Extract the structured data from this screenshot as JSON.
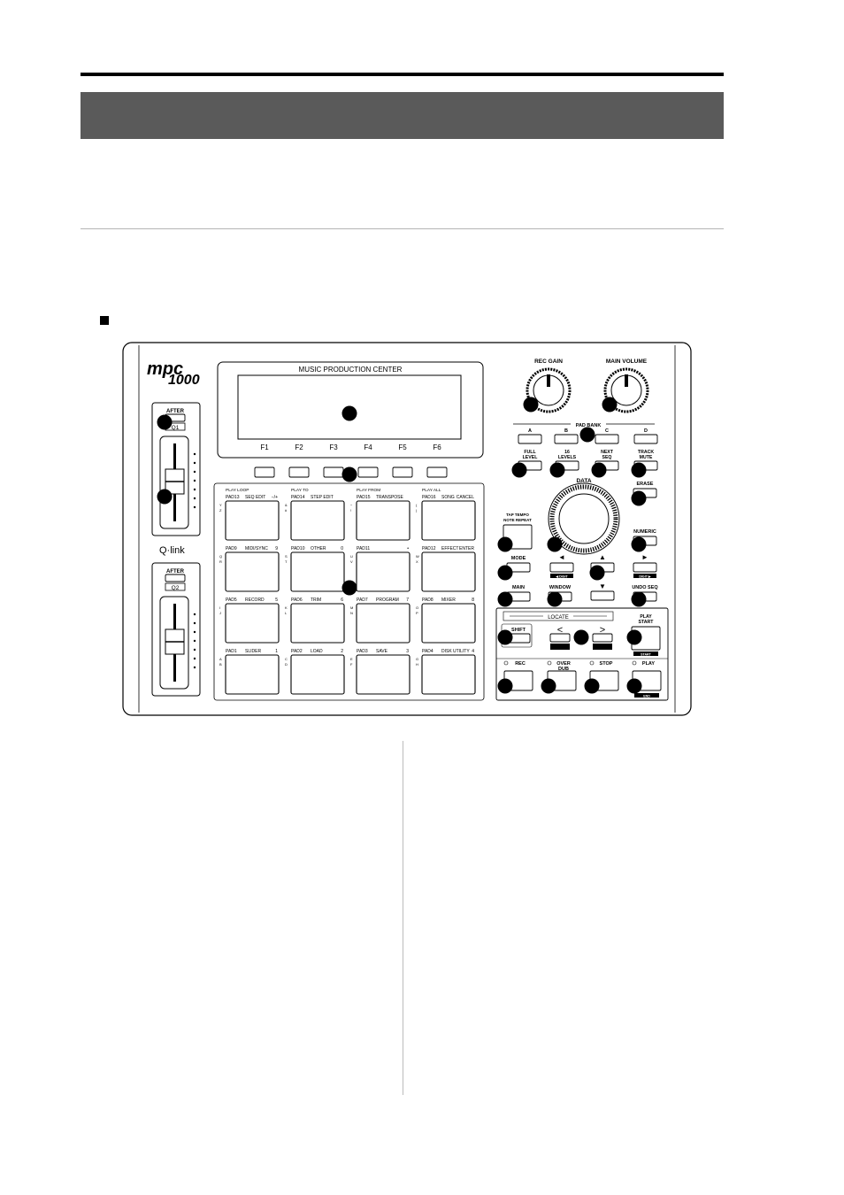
{
  "device": {
    "logo_line1": "mpc",
    "logo_line2": "1000",
    "display_title": "MUSIC PRODUCTION CENTER",
    "qlink_logo": "Q·link",
    "function_keys": [
      "F1",
      "F2",
      "F3",
      "F4",
      "F5",
      "F6"
    ],
    "slider1": {
      "after_label": "AFTER",
      "name": "Q1"
    },
    "slider2": {
      "after_label": "AFTER",
      "name": "Q2"
    },
    "knobs": [
      "REC GAIN",
      "MAIN VOLUME"
    ],
    "pad_bank_label": "PAD BANK",
    "pad_bank_buttons": [
      "A",
      "B",
      "C",
      "D"
    ],
    "level_buttons": [
      [
        "FULL",
        "LEVEL"
      ],
      [
        "16",
        "LEVELS"
      ],
      [
        "NEXT",
        "SEQ"
      ],
      [
        "TRACK",
        "MUTE"
      ]
    ],
    "erase_label": "ERASE",
    "data_label": "DATA",
    "tap_tempo": [
      "TAP TEMPO",
      "NOTE REPEAT"
    ],
    "numeric_label": "NUMERIC",
    "mode_label": "MODE",
    "digit_left": "◀ DIGIT",
    "digit_right": "DIGIT ▶",
    "main_label": "MAIN",
    "window_label": "WINDOW",
    "undo_label": "UNDO SEQ",
    "locate_label": "LOCATE",
    "shift_label": "SHIFT",
    "play_start": [
      "PLAY",
      "START"
    ],
    "start_label": "START",
    "transport": [
      "REC",
      [
        "OVER",
        "DUB"
      ],
      "STOP",
      "PLAY"
    ],
    "end_label": "END",
    "pad_rows": [
      [
        {
          "top": "PLAY LOOP",
          "label": "PAD13",
          "func": "SEQ EDIT",
          "num": "−/+",
          "side": [
            "Y",
            "Z"
          ]
        },
        {
          "top": "PLAY TO",
          "label": "PAD14",
          "func": "STEP EDIT",
          "num": "",
          "side": [
            "&",
            "#"
          ]
        },
        {
          "top": "PLAY FROM",
          "label": "PAD15",
          "func": "TRANSPOSE",
          "num": "",
          "side": [
            "−",
            "!"
          ]
        },
        {
          "top": "PLAY ALL",
          "label": "PAD16",
          "func": "SONG",
          "num": "CANCEL",
          "side": [
            "(",
            ")"
          ]
        }
      ],
      [
        {
          "top": "",
          "label": "PAD9",
          "func": "MIDI/SYNC",
          "num": "9",
          "side": [
            "Q",
            "R"
          ]
        },
        {
          "top": "",
          "label": "PAD10",
          "func": "OTHER",
          "num": "0",
          "side": [
            "S",
            "T"
          ]
        },
        {
          "top": "",
          "label": "PAD11",
          "func": "",
          "num": "•",
          "side": [
            "U",
            "V"
          ]
        },
        {
          "top": "",
          "label": "PAD12",
          "func": "EFFECT",
          "num": "ENTER",
          "side": [
            "W",
            "X"
          ]
        }
      ],
      [
        {
          "top": "",
          "label": "PAD5",
          "func": "RECORD",
          "num": "5",
          "side": [
            "I",
            "J"
          ]
        },
        {
          "top": "",
          "label": "PAD6",
          "func": "TRIM",
          "num": "6",
          "side": [
            "K",
            "L"
          ]
        },
        {
          "top": "",
          "label": "PAD7",
          "func": "PROGRAM",
          "num": "7",
          "side": [
            "M",
            "N"
          ]
        },
        {
          "top": "",
          "label": "PAD8",
          "func": "MIXER",
          "num": "8",
          "side": [
            "O",
            "P"
          ]
        }
      ],
      [
        {
          "top": "",
          "label": "PAD1",
          "func": "SLIDER",
          "num": "1",
          "side": [
            "A",
            "B"
          ]
        },
        {
          "top": "",
          "label": "PAD2",
          "func": "LOAD",
          "num": "2",
          "side": [
            "C",
            "D"
          ]
        },
        {
          "top": "",
          "label": "PAD3",
          "func": "SAVE",
          "num": "3",
          "side": [
            "E",
            "F"
          ]
        },
        {
          "top": "",
          "label": "PAD4",
          "func": "DISK UTILITY",
          "num": "4",
          "side": [
            "G",
            "H"
          ]
        }
      ]
    ]
  }
}
